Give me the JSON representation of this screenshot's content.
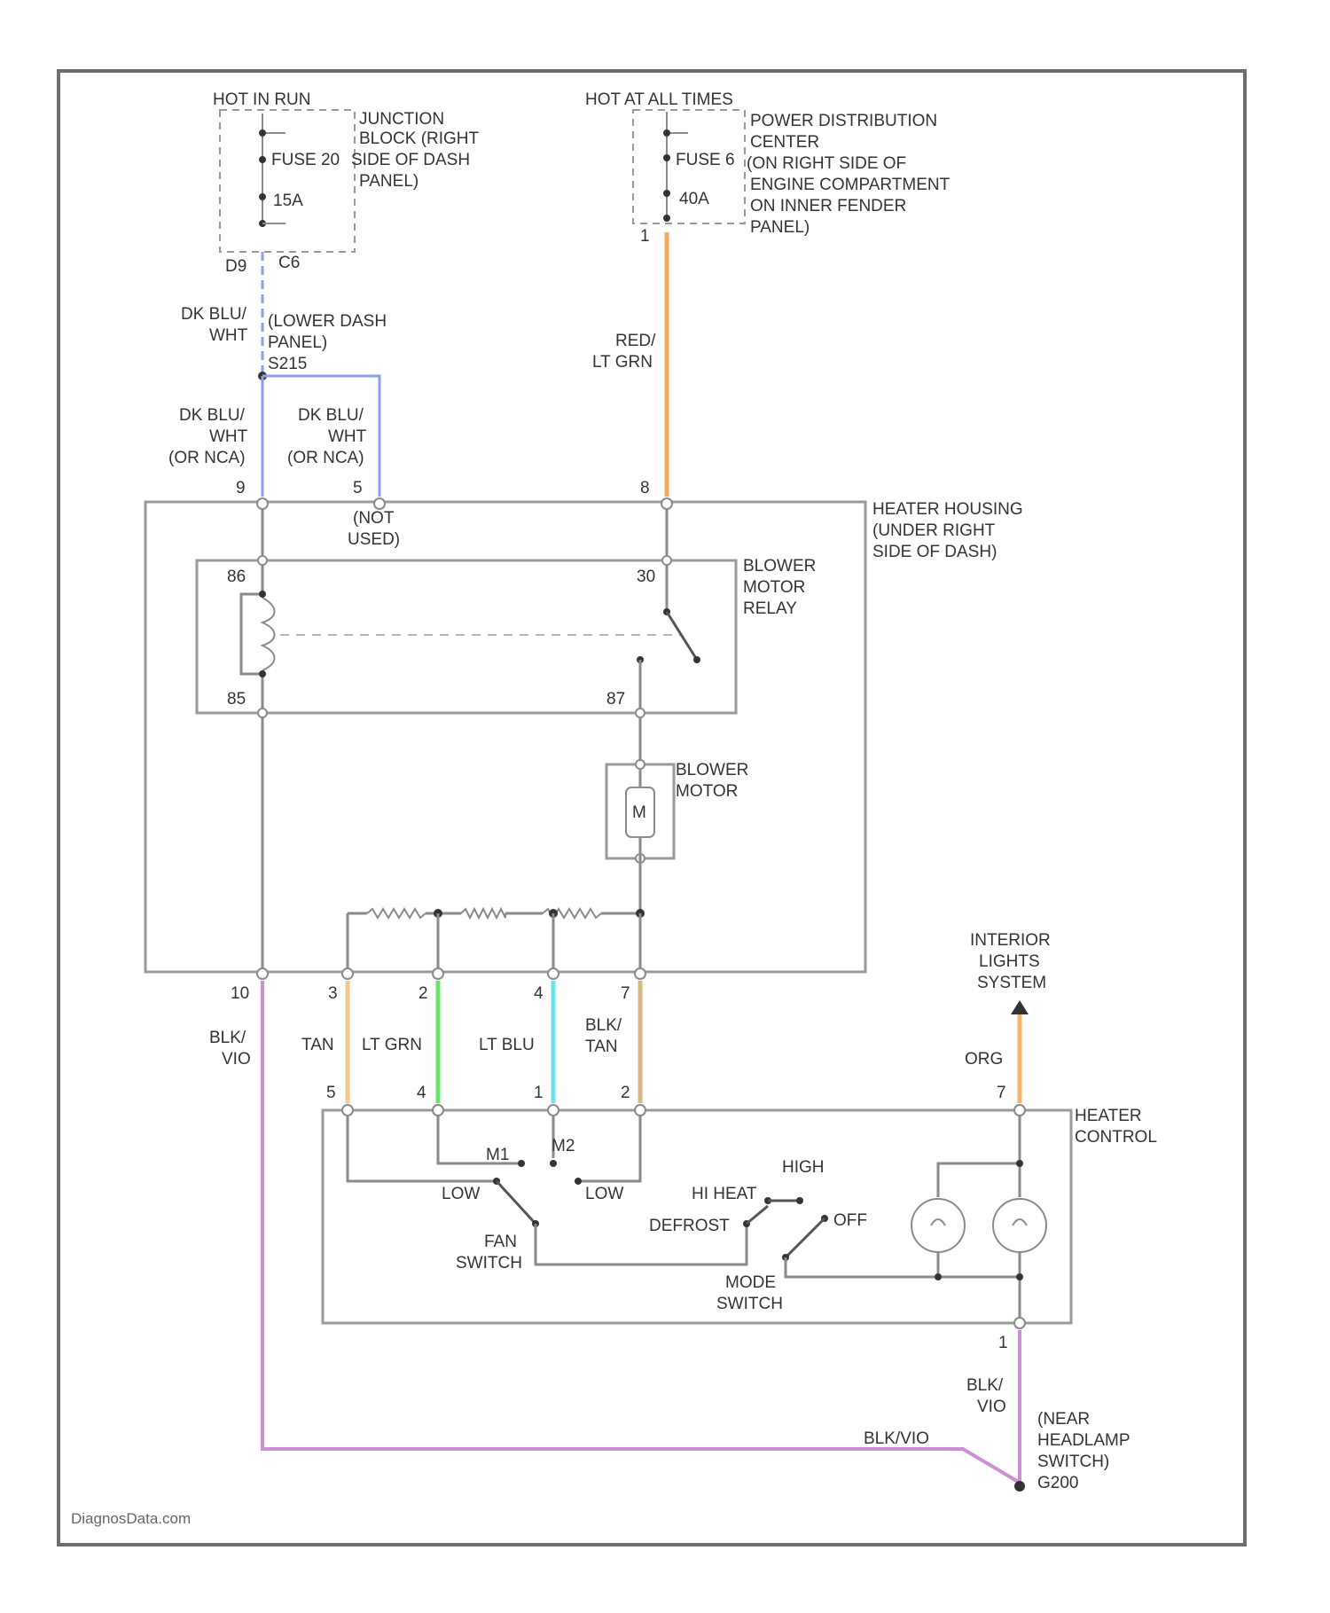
{
  "colors": {
    "blue": "#8f9dec",
    "orange": "#f2a85d",
    "violet": "#cc8fd3",
    "tan": "#f4c98a",
    "lt_green": "#6ce36c",
    "lt_blue": "#6fe3ec",
    "tan_alt": "#d5b985",
    "orange_alt": "#f2b36b"
  },
  "labels": {
    "hot_in_run": "HOT IN RUN",
    "junction_block": [
      "JUNCTION",
      "BLOCK (RIGHT",
      "SIDE OF DASH",
      "PANEL)"
    ],
    "fuse_20": "FUSE 20",
    "fuse_20_amp": "15A",
    "jb_pin_left": "D9",
    "jb_pin_right": "C6",
    "hot_at_all_times": "HOT AT ALL TIMES",
    "pdc": [
      "POWER DISTRIBUTION",
      "CENTER",
      "(ON RIGHT SIDE OF",
      "ENGINE COMPARTMENT",
      "ON INNER FENDER",
      "PANEL)"
    ],
    "fuse_6": "FUSE 6",
    "fuse_6_amp": "40A",
    "pdc_pin": "1",
    "wire_dkblu_wht_1": [
      "DK BLU/",
      "WHT"
    ],
    "splice": [
      "(LOWER DASH",
      "PANEL)",
      "S215"
    ],
    "wire_dkblu_wht_2": [
      "DK BLU/",
      "WHT",
      "(OR NCA)"
    ],
    "wire_dkblu_wht_3": [
      "DK BLU/",
      "WHT",
      "(OR NCA)"
    ],
    "wire_red_ltgrn": [
      "RED/",
      "LT GRN"
    ],
    "pin_9": "9",
    "pin_5": "5",
    "pin_8": "8",
    "not_used": [
      "(NOT",
      "USED)"
    ],
    "heater_housing": [
      "HEATER HOUSING",
      "(UNDER RIGHT",
      "SIDE OF DASH)"
    ],
    "blower_motor_relay": [
      "BLOWER",
      "MOTOR",
      "RELAY"
    ],
    "relay_pin_86": "86",
    "relay_pin_85": "85",
    "relay_pin_30": "30",
    "relay_pin_87": "87",
    "blower_motor": [
      "BLOWER",
      "MOTOR"
    ],
    "motor_symbol": "M",
    "pin_10": "10",
    "pin_3": "3",
    "pin_2": "2",
    "pin_4": "4",
    "pin_7": "7",
    "wire_blk_vio": [
      "BLK/",
      "VIO"
    ],
    "wire_tan": "TAN",
    "wire_lt_grn": "LT GRN",
    "wire_lt_blu": "LT BLU",
    "wire_blk_tan": [
      "BLK/",
      "TAN"
    ],
    "ctl_pin_5": "5",
    "ctl_pin_4": "4",
    "ctl_pin_1": "1",
    "ctl_pin_2": "2",
    "interior_lights": [
      "INTERIOR",
      "LIGHTS",
      "SYSTEM"
    ],
    "wire_org": "ORG",
    "ctl_pin_7": "7",
    "heater_control": [
      "HEATER",
      "CONTROL"
    ],
    "m1": "M1",
    "m2": "M2",
    "low_left": "LOW",
    "low_right": "LOW",
    "fan_switch": [
      "FAN",
      "SWITCH"
    ],
    "hi_heat": "HI HEAT",
    "high": "HIGH",
    "defrost": "DEFROST",
    "off": "OFF",
    "mode_switch": [
      "MODE",
      "SWITCH"
    ],
    "ctl_pin_bottom": "1",
    "wire_blk_vio_bottom": [
      "BLK/",
      "VIO"
    ],
    "wire_blkvio_horizontal": "BLK/VIO",
    "ground": [
      "(NEAR",
      "HEADLAMP",
      "SWITCH)",
      "G200"
    ],
    "watermark": "DiagnosData.com"
  }
}
